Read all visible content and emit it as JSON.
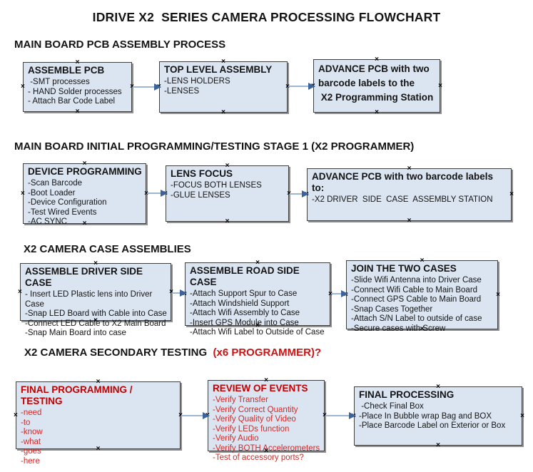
{
  "page": {
    "title": "IDRIVE X2  SERIES CAMERA PROCESSING FLOWCHART"
  },
  "glyphs": {
    "connection_x": "×"
  },
  "colors": {
    "box_fill": "#dbe5f1",
    "box_border": "#3f3f3f",
    "box_shadow": "#8f8f8f",
    "arrow_line": "#9db6d3",
    "arrow_head": "#3d639c",
    "red_heading": "#c00000",
    "red_text": "#cf2b2b",
    "text": "#141414"
  },
  "sections": [
    {
      "heading": "MAIN BOARD PCB ASSEMBLY PROCESS",
      "boxes": [
        {
          "title": "ASSEMBLE PCB",
          "items": [
            " -SMT processes",
            "- HAND Solder processes",
            "- Attach Bar Code Label"
          ]
        },
        {
          "title": "TOP LEVEL ASSEMBLY",
          "items": [
            "-LENS HOLDERS",
            "-LENSES"
          ]
        },
        {
          "title": "ADVANCE PCB with two\nbarcode labels to the\n X2 Programming Station",
          "items": []
        }
      ]
    },
    {
      "heading": "MAIN BOARD INITIAL PROGRAMMING/TESTING STAGE 1 (X2 PROGRAMMER)",
      "boxes": [
        {
          "title": "DEVICE PROGRAMMING",
          "items": [
            "-Scan Barcode",
            "-Boot Loader",
            "-Device Configuration",
            "-Test Wired Events",
            "-AC SYNC"
          ]
        },
        {
          "title": "LENS FOCUS",
          "items": [
            "-FOCUS BOTH LENSES",
            "-GLUE LENSES"
          ]
        },
        {
          "title": "ADVANCE PCB with two barcode labels to:",
          "items": [
            "-X2 DRIVER  SIDE  CASE  ASSEMBLY STATION"
          ]
        }
      ]
    },
    {
      "heading": "X2 CAMERA CASE ASSEMBLIES",
      "boxes": [
        {
          "title": "ASSEMBLE DRIVER SIDE CASE",
          "items": [
            "- Insert LED Plastic lens into Driver Case",
            "-Snap LED Board with Cable into Case",
            "-Connect LED Cable to X2 Main Board",
            "-Snap Main Board into case"
          ]
        },
        {
          "title": "ASSEMBLE ROAD SIDE CASE",
          "items": [
            "-Attach Support Spur to Case",
            "-Attach Windshield Support",
            "-Attach Wifi Assembly to Case",
            "-Insert GPS Module into Case",
            "-Attach Wifi Label to Outside of Case"
          ]
        },
        {
          "title": "JOIN THE TWO CASES",
          "items": [
            "-Slide Wifi Antenna into Driver Case",
            "-Connect Wifi Cable to Main Board",
            "-Connect GPS Cable to Main Board",
            "-Snap Cases Together",
            "-Attach S/N Label to outside of case",
            "-Secure cases with Screw"
          ]
        }
      ]
    },
    {
      "heading": "X2 CAMERA SECONDARY TESTING ",
      "heading_red": " (x6 PROGRAMMER)?",
      "boxes": [
        {
          "title": "FINAL PROGRAMMING / TESTING",
          "items": [
            "-need",
            "-to",
            "-know",
            "-what",
            "-goes",
            "-here"
          ]
        },
        {
          "title": "REVIEW OF EVENTS",
          "items": [
            "-Verify Transfer",
            "-Verify Correct Quantity",
            "-Verify Quality of Video",
            "-Verify LEDs function",
            "-Verify Audio",
            "-Verify BOTH Accelerometers",
            "-Test of accessory ports?"
          ]
        },
        {
          "title": "FINAL PROCESSING",
          "items": [
            " -Check Final Box",
            "-Place In Bubble wrap Bag and BOX",
            "-Place Barcode Label on Exterior or Box"
          ]
        }
      ]
    }
  ]
}
